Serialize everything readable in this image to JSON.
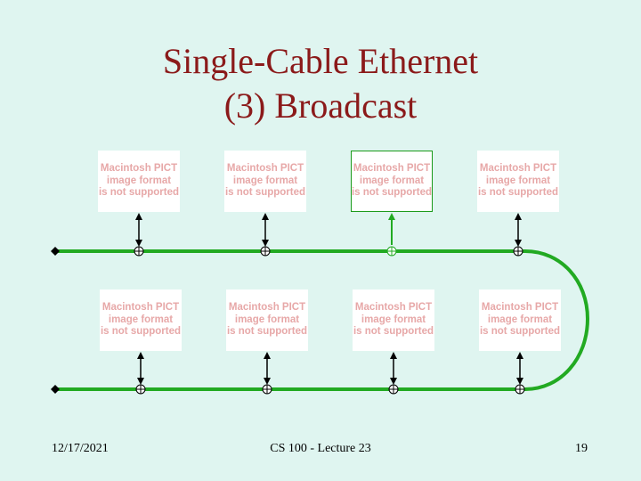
{
  "title": {
    "line1": "Single-Cable Ethernet",
    "line2": "(3) Broadcast"
  },
  "placeholder": {
    "line1": "Macintosh PICT",
    "line2": "image format",
    "line3": "is not supported"
  },
  "footer": {
    "date": "12/17/2021",
    "course": "CS 100 - Lecture 23",
    "page": "19"
  },
  "colors": {
    "title": "#8b1a1a",
    "cable": "#22aa22",
    "background": "#dff5f0",
    "placeholder_text": "#e7a8a8"
  },
  "hosts": [
    {
      "row": 1,
      "col": 1,
      "arrow": "bidirectional",
      "active": false
    },
    {
      "row": 1,
      "col": 2,
      "arrow": "bidirectional",
      "active": false
    },
    {
      "row": 1,
      "col": 3,
      "arrow": "upward",
      "active": true
    },
    {
      "row": 1,
      "col": 4,
      "arrow": "bidirectional",
      "active": false
    },
    {
      "row": 2,
      "col": 1,
      "arrow": "bidirectional",
      "active": false
    },
    {
      "row": 2,
      "col": 2,
      "arrow": "bidirectional",
      "active": false
    },
    {
      "row": 2,
      "col": 3,
      "arrow": "bidirectional",
      "active": false
    },
    {
      "row": 2,
      "col": 4,
      "arrow": "bidirectional",
      "active": false
    }
  ]
}
